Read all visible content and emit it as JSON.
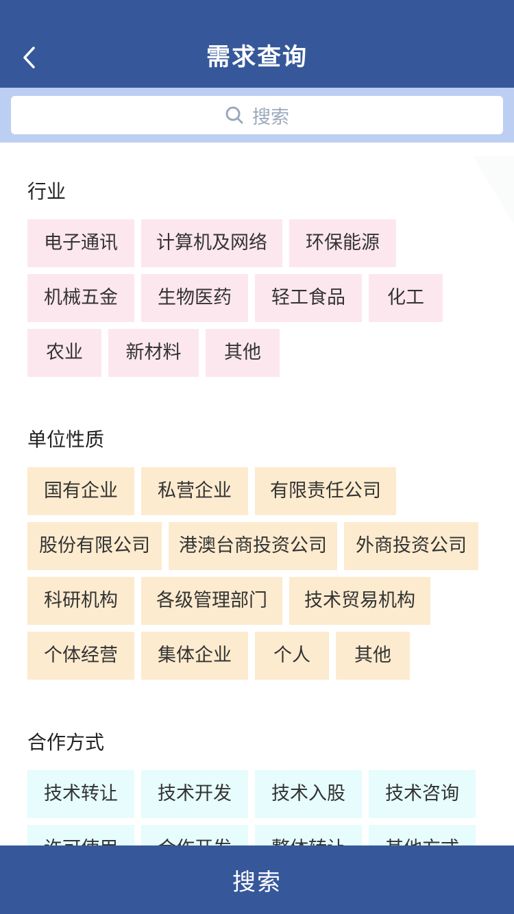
{
  "nav": {
    "title": "需求查询"
  },
  "search": {
    "placeholder": "搜索"
  },
  "sections": {
    "industry": {
      "title": "行业",
      "tags": [
        "电子通讯",
        "计算机及网络",
        "环保能源",
        "机械五金",
        "生物医药",
        "轻工食品",
        "化工",
        "农业",
        "新材料",
        "其他"
      ]
    },
    "nature": {
      "title": "单位性质",
      "tags": [
        "国有企业",
        "私营企业",
        "有限责任公司",
        "股份有限公司",
        "港澳台商投资公司",
        "外商投资公司",
        "科研机构",
        "各级管理部门",
        "技术贸易机构",
        "个体经营",
        "集体企业",
        "个人",
        "其他"
      ]
    },
    "coop": {
      "title": "合作方式",
      "tags": [
        "技术转让",
        "技术开发",
        "技术入股",
        "技术咨询",
        "许可使用",
        "合作开发",
        "整体转让",
        "其他方式"
      ]
    }
  },
  "footer": {
    "button": "搜索"
  },
  "colors": {
    "primary": "#36589a",
    "search_band": "#bccff2",
    "industry_tag": "#fde7ee",
    "nature_tag": "#fdebcf",
    "coop_tag": "#e6fcfd"
  }
}
